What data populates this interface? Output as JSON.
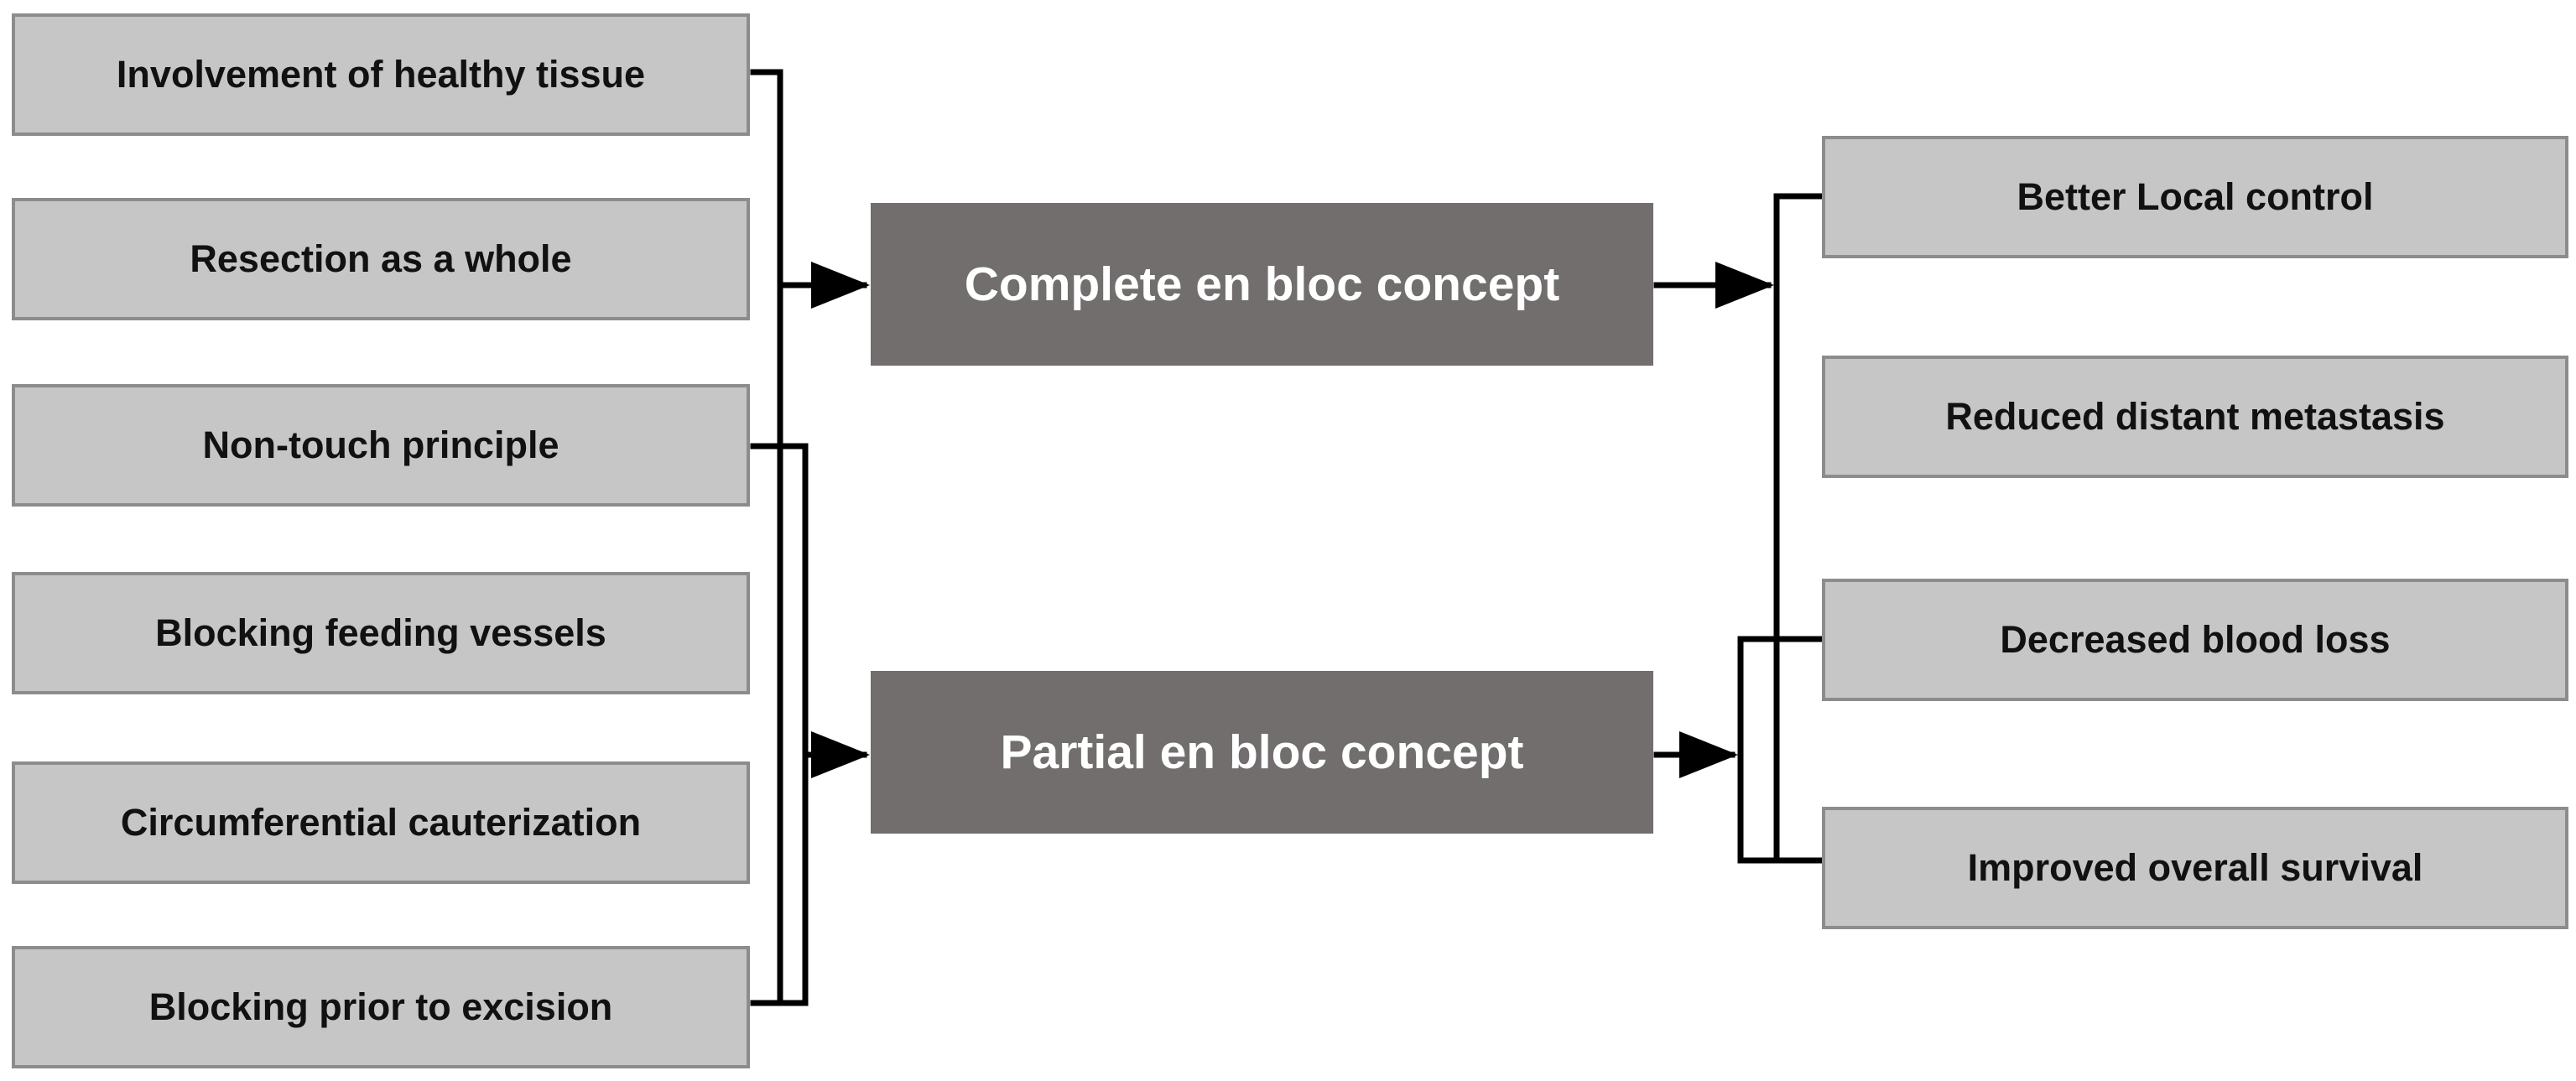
{
  "inputs": [
    {
      "label": "Involvement of healthy tissue"
    },
    {
      "label": "Resection as a whole"
    },
    {
      "label": "Non-touch principle"
    },
    {
      "label": "Blocking feeding vessels"
    },
    {
      "label": "Circumferential cauterization"
    },
    {
      "label": "Blocking prior to excision"
    }
  ],
  "concepts": [
    {
      "label": "Complete en bloc concept"
    },
    {
      "label": "Partial en bloc concept"
    }
  ],
  "outcomes": [
    {
      "label": "Better Local control"
    },
    {
      "label": "Reduced distant metastasis"
    },
    {
      "label": "Decreased blood loss"
    },
    {
      "label": "Improved overall survival"
    }
  ],
  "colors": {
    "input_fill": "#c6c6c6",
    "input_border": "#8c8c8c",
    "concept_fill": "#716e6d",
    "concept_text": "#ffffff",
    "line": "#000000"
  }
}
